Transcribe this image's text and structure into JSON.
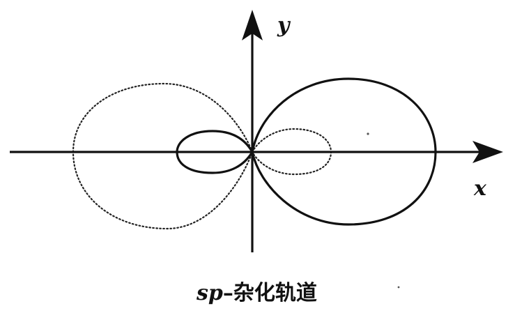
{
  "axes": {
    "x_label": "x",
    "y_label": "y"
  },
  "caption": {
    "prefix": "sp",
    "dash": "–",
    "text": "杂化轨道"
  }
}
